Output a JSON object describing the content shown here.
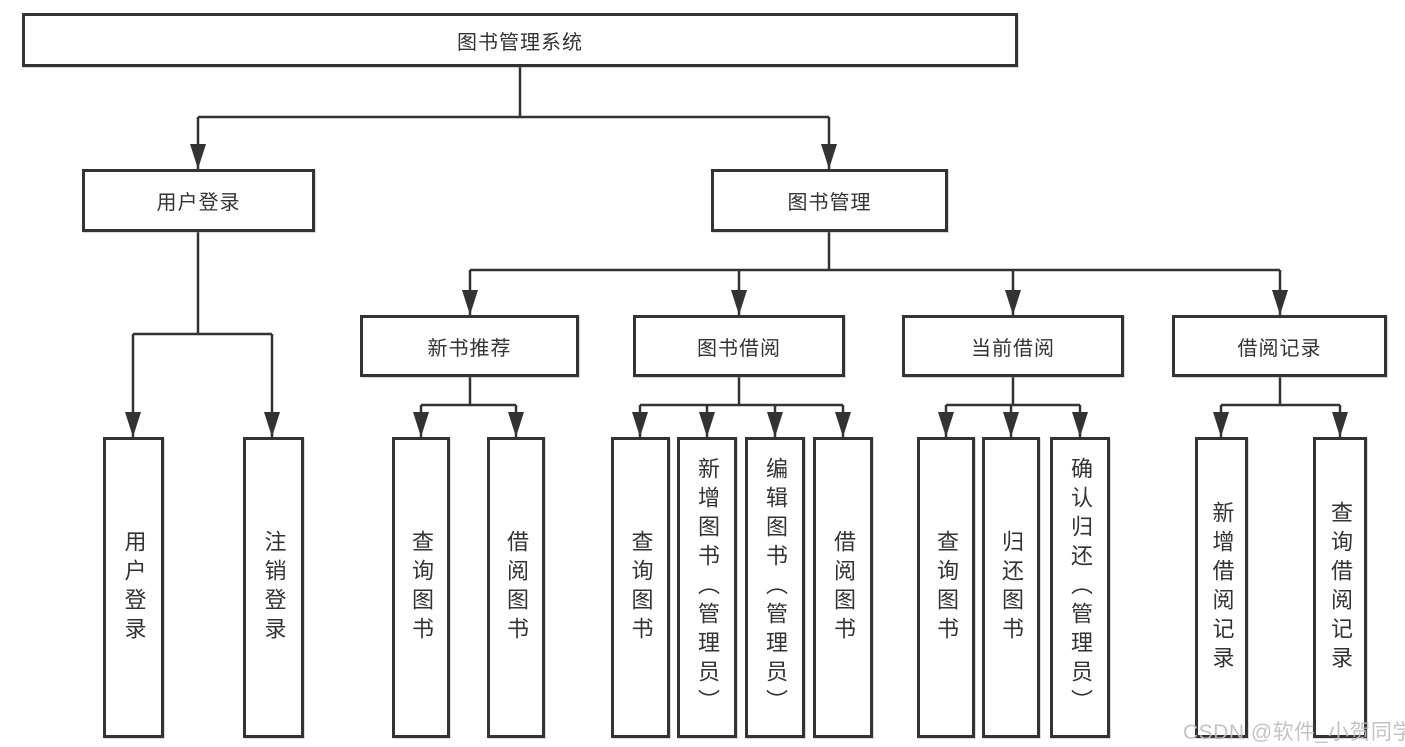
{
  "page": {
    "watermark": "CSDN @软件_小贺同学"
  },
  "colors": {
    "line": "#333333",
    "box_border": "#333333",
    "box_fill": "#ffffff",
    "text": "#333333",
    "watermark": "#bdbdbd",
    "background": "#ffffff"
  },
  "tree": {
    "root": {
      "label": "图书管理系统",
      "children": [
        {
          "label": "用户登录",
          "children": [
            {
              "label": "用户登录"
            },
            {
              "label": "注销登录"
            }
          ]
        },
        {
          "label": "图书管理",
          "children": [
            {
              "label": "新书推荐",
              "children": [
                {
                  "label": "查询图书"
                },
                {
                  "label": "借阅图书"
                }
              ]
            },
            {
              "label": "图书借阅",
              "children": [
                {
                  "label": "查询图书"
                },
                {
                  "label": "新增图书（管理员）"
                },
                {
                  "label": "编辑图书（管理员）"
                },
                {
                  "label": "借阅图书"
                }
              ]
            },
            {
              "label": "当前借阅",
              "children": [
                {
                  "label": "查询图书"
                },
                {
                  "label": "归还图书"
                },
                {
                  "label": "确认归还（管理员）"
                }
              ]
            },
            {
              "label": "借阅记录",
              "children": [
                {
                  "label": "新增借阅记录"
                },
                {
                  "label": "查询借阅记录"
                }
              ]
            }
          ]
        }
      ]
    }
  }
}
